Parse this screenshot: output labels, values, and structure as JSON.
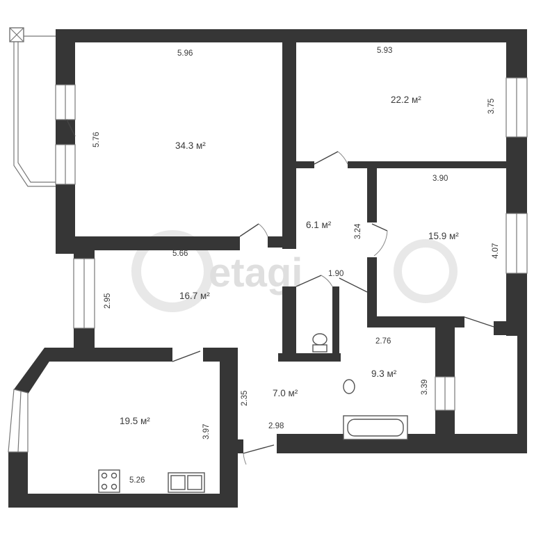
{
  "watermark": "etagi",
  "rooms": [
    {
      "id": "living-room",
      "area": "34.3 м²",
      "width": "5.96",
      "depth": "5.76"
    },
    {
      "id": "bedroom-north-east",
      "area": "22.2 м²",
      "width": "5.93",
      "depth": "3.75"
    },
    {
      "id": "bedroom-east",
      "area": "15.9 м²",
      "width": "3.90",
      "depth": "4.07"
    },
    {
      "id": "closet",
      "area": "6.1 м²",
      "depth": "3.24"
    },
    {
      "id": "hall",
      "area": "16.7 м²",
      "width": "5.66",
      "depth": "2.95"
    },
    {
      "id": "kitchen",
      "area": "19.5 м²",
      "width": "5.26",
      "depth": "3.97"
    },
    {
      "id": "entrance",
      "area": "7.0 м²",
      "width": "2.98",
      "depth": "2.35"
    },
    {
      "id": "bathroom",
      "area": "9.3 м²",
      "width": "2.76",
      "depth": "3.39"
    }
  ],
  "toilet_width": "1.90"
}
